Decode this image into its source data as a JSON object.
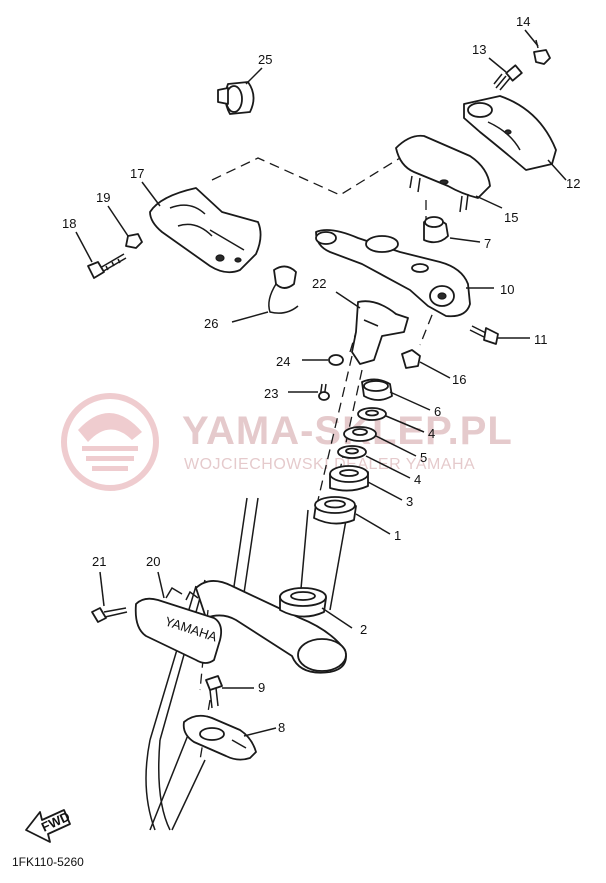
{
  "callouts": [
    {
      "id": "14",
      "text": "14"
    },
    {
      "id": "13",
      "text": "13"
    },
    {
      "id": "25",
      "text": "25"
    },
    {
      "id": "12",
      "text": "12"
    },
    {
      "id": "17",
      "text": "17"
    },
    {
      "id": "19",
      "text": "19"
    },
    {
      "id": "18",
      "text": "18"
    },
    {
      "id": "15",
      "text": "15"
    },
    {
      "id": "7",
      "text": "7"
    },
    {
      "id": "22",
      "text": "22"
    },
    {
      "id": "10",
      "text": "10"
    },
    {
      "id": "26",
      "text": "26"
    },
    {
      "id": "11",
      "text": "11"
    },
    {
      "id": "24",
      "text": "24"
    },
    {
      "id": "16",
      "text": "16"
    },
    {
      "id": "23",
      "text": "23"
    },
    {
      "id": "6",
      "text": "6"
    },
    {
      "id": "4a",
      "text": "4"
    },
    {
      "id": "5",
      "text": "5"
    },
    {
      "id": "4b",
      "text": "4"
    },
    {
      "id": "3",
      "text": "3"
    },
    {
      "id": "1",
      "text": "1"
    },
    {
      "id": "21",
      "text": "21"
    },
    {
      "id": "20",
      "text": "20"
    },
    {
      "id": "2",
      "text": "2"
    },
    {
      "id": "9",
      "text": "9"
    },
    {
      "id": "8",
      "text": "8"
    }
  ],
  "watermark": {
    "title": "YAMA-SKLEP.PL",
    "subtitle": "WOJCIECHOWSKI DEALER YAMAHA"
  },
  "emblem_text": "YAMAHA",
  "fwd_label": "FWD",
  "diagram_code": "1FK110-5260",
  "colors": {
    "line_art": "#1a1a1a",
    "watermark": "#ddb9bb",
    "background": "#ffffff"
  }
}
